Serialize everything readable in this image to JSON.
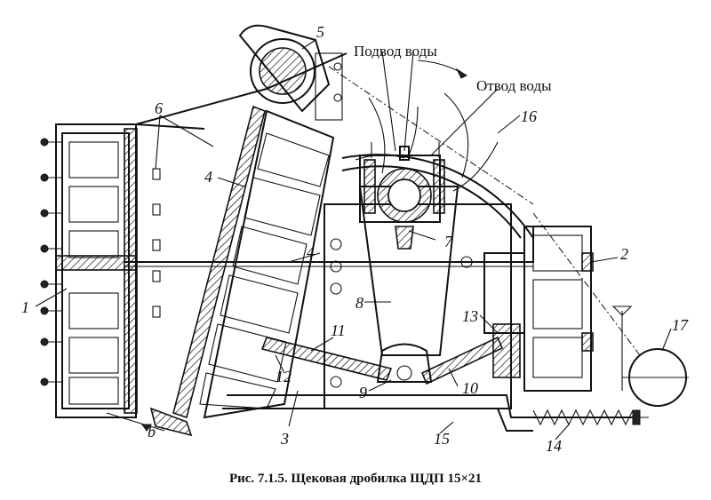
{
  "caption": "Рис. 7.1.5. Щековая дробилка ЩДП 15×21",
  "annotations": {
    "water_in": "Подвод воды",
    "water_out": "Отвод воды"
  },
  "part_labels": {
    "p1": "1",
    "p2": "2",
    "p3": "3",
    "p4a": "4",
    "p4b": "4",
    "p5": "5",
    "p6": "6",
    "p7": "7",
    "p8": "8",
    "p9": "9",
    "p10": "10",
    "p11": "11",
    "p12": "12",
    "p13": "13",
    "p14": "14",
    "p15": "15",
    "p16": "16",
    "p17": "17",
    "pb": "b"
  }
}
